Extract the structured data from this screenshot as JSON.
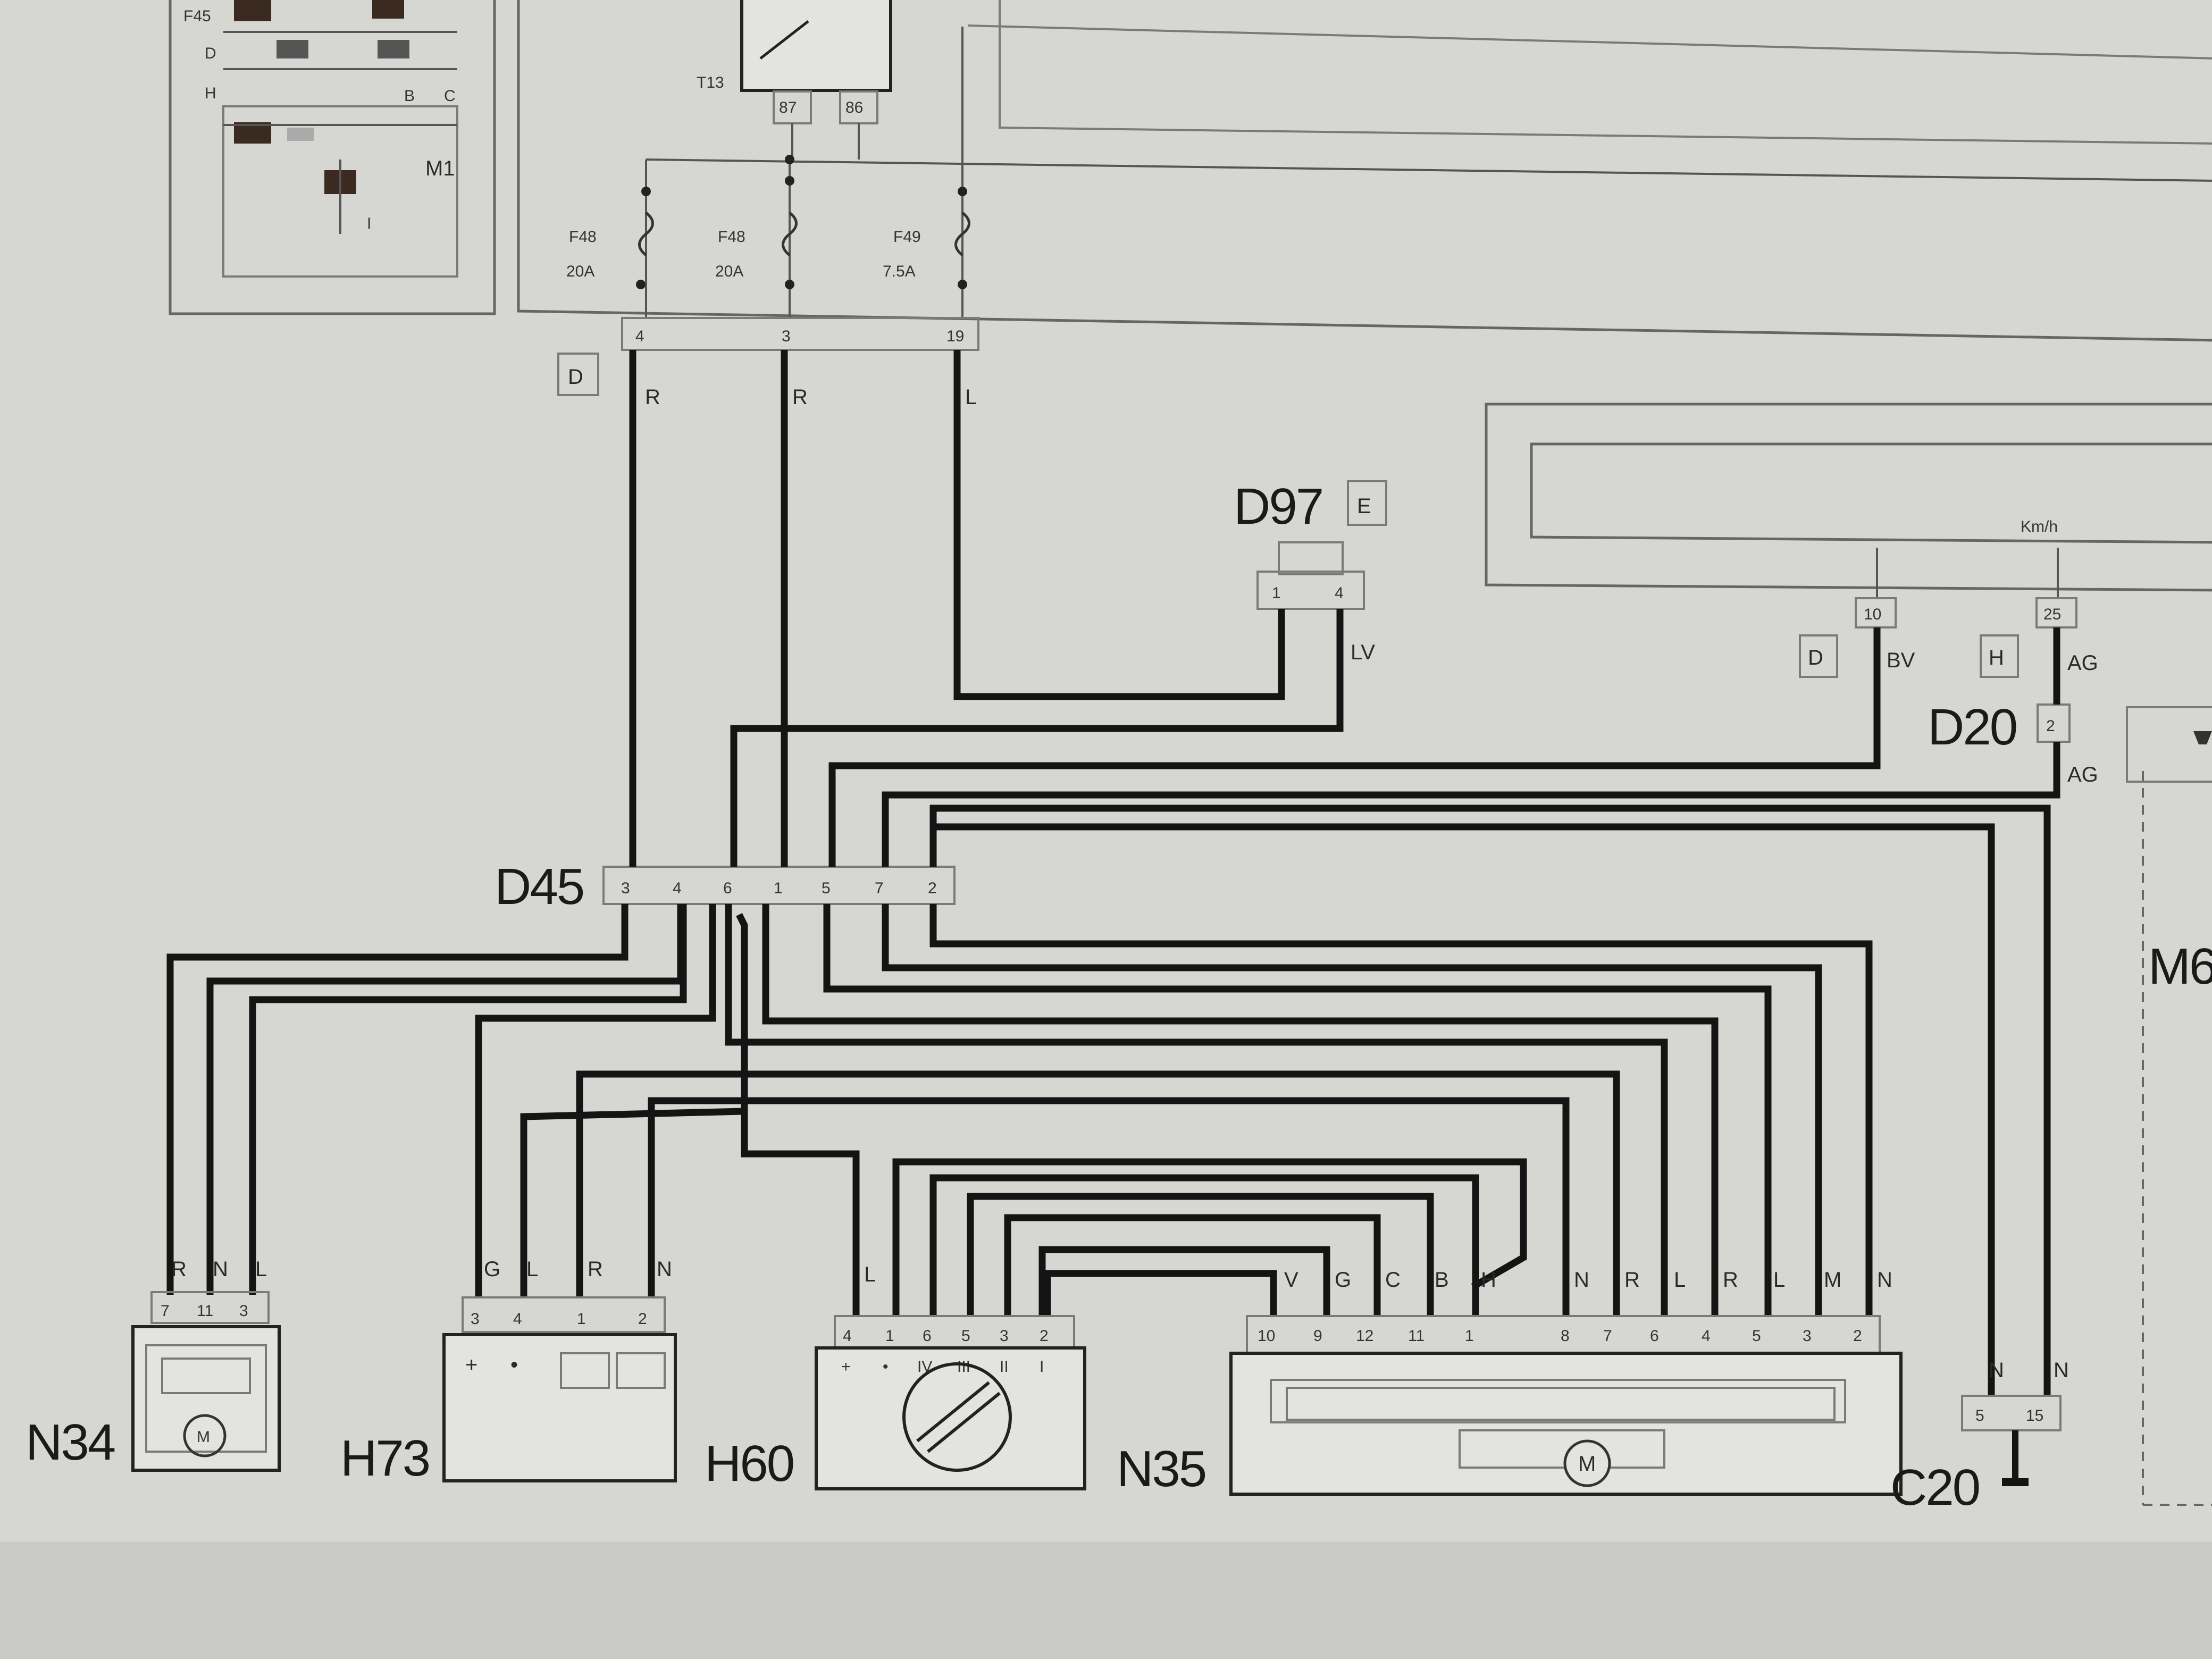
{
  "relay": {
    "label": "T13",
    "pins": [
      "87",
      "86"
    ]
  },
  "fuses": [
    {
      "id": "F48",
      "rating": "20A"
    },
    {
      "id": "F48",
      "rating": "20A"
    },
    {
      "id": "F49",
      "rating": "7.5A"
    }
  ],
  "fuse_box": {
    "pins": [
      "4",
      "3",
      "19"
    ],
    "location_tag": "D"
  },
  "wire_codes": {
    "w1": "R",
    "w2": "R",
    "w3": "L",
    "d97_out": "LV",
    "d20_in": "BV",
    "c20_feed": "AG",
    "c20_feed2": "AG"
  },
  "d97": {
    "label": "D97",
    "tag": "E",
    "pins": [
      "1",
      "4"
    ]
  },
  "instrument": {
    "unit": "Km/h",
    "pins": [
      "10",
      "25"
    ],
    "tag_left": "D",
    "tag_right": "H"
  },
  "d20": {
    "label": "D20",
    "pin": "2"
  },
  "d45": {
    "label": "D45",
    "pins": [
      "3",
      "4",
      "6",
      "1",
      "5",
      "7",
      "2"
    ]
  },
  "inset": {
    "labels": [
      "F45",
      "D",
      "B",
      "C",
      "H",
      "M1",
      "I"
    ]
  },
  "n34": {
    "label": "N34",
    "pins": [
      "7",
      "11",
      "3"
    ],
    "codes": [
      "R",
      "N",
      "L"
    ]
  },
  "h73": {
    "label": "H73",
    "pins": [
      "3",
      "4",
      "1",
      "2"
    ],
    "codes": [
      "G",
      "L",
      "R",
      "N"
    ],
    "symbols": [
      "+",
      "•"
    ]
  },
  "h60": {
    "label": "H60",
    "pins": [
      "4",
      "1",
      "6",
      "5",
      "3",
      "2"
    ],
    "codes": [
      "L"
    ],
    "symbols": [
      "+",
      "•",
      "IV",
      "III",
      "II",
      "I"
    ]
  },
  "n35": {
    "label": "N35",
    "pins": [
      "10",
      "9",
      "12",
      "11",
      "1",
      "8",
      "7",
      "6",
      "4",
      "5",
      "3",
      "2"
    ],
    "codes": [
      "V",
      "G",
      "C",
      "B",
      "H",
      "N",
      "R",
      "L",
      "R",
      "L",
      "M",
      "N"
    ],
    "motor": "M"
  },
  "c20": {
    "label": "C20",
    "pins": [
      "5",
      "15"
    ],
    "codes": [
      "N",
      "N"
    ]
  },
  "m6": {
    "label": "M6"
  }
}
